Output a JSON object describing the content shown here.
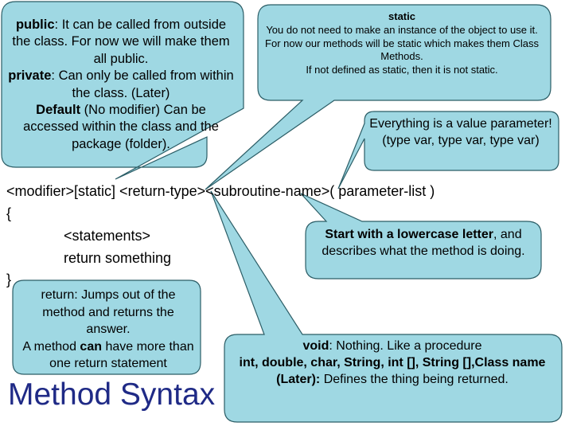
{
  "colors": {
    "callout_fill": "#9fd8e3",
    "callout_stroke": "#2b5d66",
    "title_color": "#1f2a86"
  },
  "callouts": {
    "access": {
      "l1_bold": "public",
      "l1_rest": ": It can be called from outside the class.  For now we will make them all public.",
      "l2_bold": "private",
      "l2_rest": ": Can only be called from within the class. (Later)",
      "l3_bold": "Default",
      "l3_rest": " (No modifier) Can be accessed within the class and the package (folder)."
    },
    "static": {
      "heading": "static",
      "line1": "You do not need to make an instance of the object to use it.",
      "line2": "For now our methods will be static which makes them Class Methods.",
      "line3": "If not defined as static, then it is not static."
    },
    "value": {
      "line1": "Everything is a value parameter!",
      "line2": "(type var, type var, type var)"
    },
    "name": {
      "bold": "Start with a lowercase letter",
      "rest": ", and describes what the method is doing."
    },
    "return": {
      "line1": "return: Jumps out of the method and returns the answer.",
      "line2_a": "A method ",
      "line2_bold": "can",
      "line2_b": " have more than one return statement"
    },
    "void": {
      "bold1": "void",
      "rest1": ": Nothing. Like a procedure",
      "bold2": "int, double, char, String, int [], String [],Class name (Later):",
      "rest2": " Defines the thing being returned."
    }
  },
  "syntax": {
    "signature": "<modifier>[static] <return-type><subroutine-name>( parameter-list )",
    "open_brace": "{",
    "statements": "<statements>",
    "return_line": "return something",
    "close_brace": "}"
  },
  "title": "Method Syntax"
}
